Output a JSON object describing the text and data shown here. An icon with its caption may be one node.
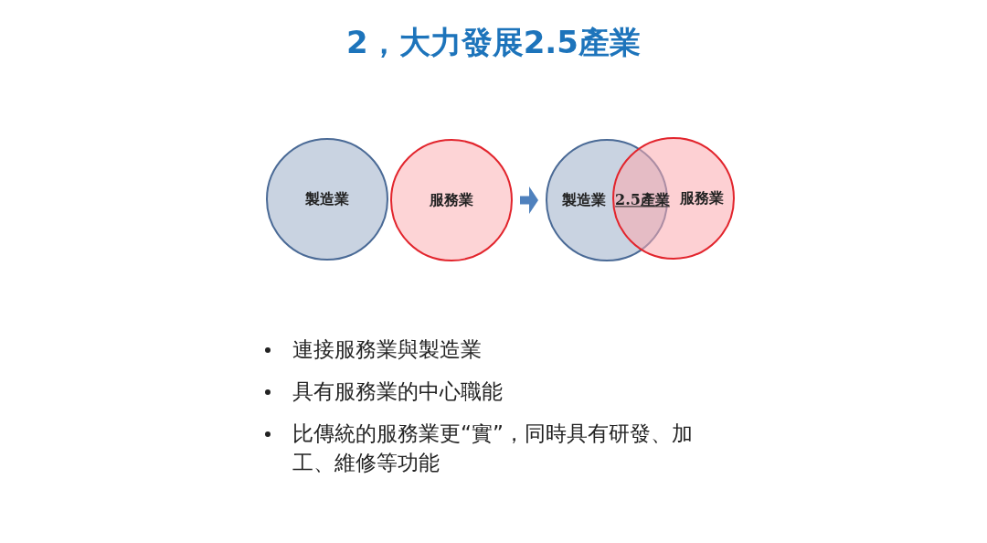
{
  "diagram": {
    "title": "2，大力發展2.5產業",
    "nodes": [
      {
        "text": [
          "製造業"
        ]
      },
      {
        "text": [
          "服務業"
        ]
      },
      {
        "text": [
          "製造業"
        ]
      },
      {
        "text": [
          "服務業"
        ]
      },
      {
        "text": [
          "2.5產業"
        ]
      }
    ],
    "edges": [
      {
        "from": 1,
        "to": 2,
        "arrow": "to"
      }
    ],
    "labels": [
      "連接服務業與製造業",
      "具有服務業的中心職能",
      "比傳統的服務業更“實”，同時具有研發、加工、維修等功能"
    ]
  }
}
